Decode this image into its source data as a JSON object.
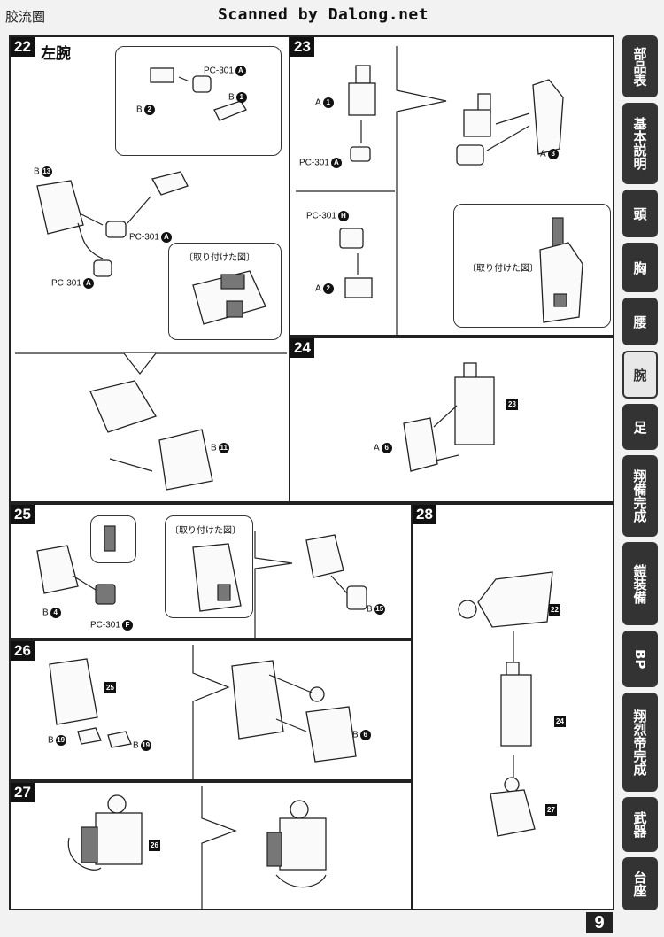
{
  "header": {
    "section": "胶流圈",
    "scan_credit": "Scanned by Dalong.net"
  },
  "steps": {
    "s22": {
      "num": "22",
      "title": "左腕",
      "labels": {
        "b2": "B",
        "b1": "B",
        "pc1": "PC-301",
        "b13": "B",
        "pc2": "PC-301",
        "pc3": "PC-301",
        "b11": "B"
      },
      "caption": "〔取り付けた図〕"
    },
    "s23": {
      "num": "23",
      "labels": {
        "a1": "A",
        "pc1": "PC-301",
        "pch": "PC-301",
        "a2": "A",
        "a3": "A"
      },
      "caption": "〔取り付けた図〕"
    },
    "s24": {
      "num": "24",
      "labels": {
        "a6": "A"
      },
      "ref": "23"
    },
    "s25": {
      "num": "25",
      "labels": {
        "b4": "B",
        "pcf": "PC-301",
        "b15": "B"
      },
      "caption": "〔取り付けた図〕"
    },
    "s26": {
      "num": "26",
      "labels": {
        "b19a": "B",
        "b19b": "B",
        "b6": "B"
      },
      "ref": "25"
    },
    "s27": {
      "num": "27",
      "ref": "26"
    },
    "s28": {
      "num": "28",
      "refs": [
        "22",
        "24",
        "27"
      ]
    }
  },
  "markers": {
    "n1": "1",
    "n2": "2",
    "n3": "3",
    "n4": "4",
    "n6": "6",
    "n11": "11",
    "n13": "13",
    "n15": "15",
    "n19": "19",
    "A": "A",
    "F": "F",
    "H": "H"
  },
  "tabs": [
    "部品表",
    "基本説明",
    "頭",
    "胸",
    "腰",
    "腕",
    "足",
    "翔備完成",
    "鎧装備",
    "BP",
    "翔烈帝完成",
    "武器",
    "台座"
  ],
  "active_tab": "腕",
  "page_number": "9"
}
